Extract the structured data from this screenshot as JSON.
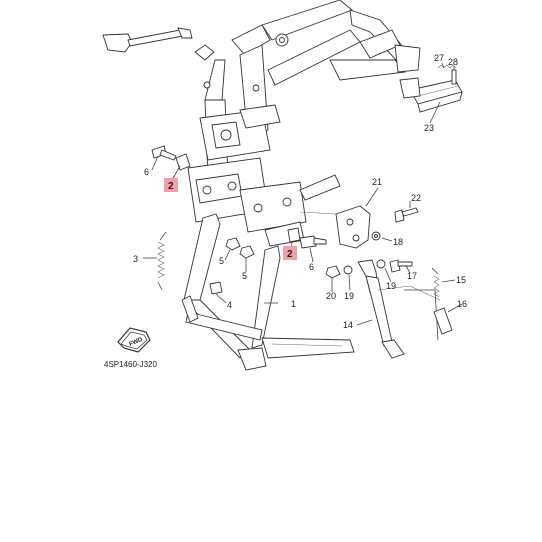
{
  "diagram": {
    "code": "4SP1460-J320",
    "fwd_label": "FWD",
    "highlight_color": "#f4a0a8",
    "callouts": [
      {
        "id": "c1",
        "label": "1"
      },
      {
        "id": "c2a",
        "label": "2",
        "highlight": true
      },
      {
        "id": "c2b",
        "label": "2",
        "highlight": true
      },
      {
        "id": "c3",
        "label": "3"
      },
      {
        "id": "c4",
        "label": "4"
      },
      {
        "id": "c5a",
        "label": "5"
      },
      {
        "id": "c5b",
        "label": "5"
      },
      {
        "id": "c6a",
        "label": "6"
      },
      {
        "id": "c6b",
        "label": "6"
      },
      {
        "id": "c14",
        "label": "14"
      },
      {
        "id": "c15",
        "label": "15"
      },
      {
        "id": "c16",
        "label": "16"
      },
      {
        "id": "c17",
        "label": "17"
      },
      {
        "id": "c18",
        "label": "18"
      },
      {
        "id": "c19a",
        "label": "19"
      },
      {
        "id": "c19b",
        "label": "19"
      },
      {
        "id": "c20",
        "label": "20"
      },
      {
        "id": "c21",
        "label": "21"
      },
      {
        "id": "c22",
        "label": "22"
      },
      {
        "id": "c23",
        "label": "23"
      },
      {
        "id": "c27",
        "label": "27"
      },
      {
        "id": "c28",
        "label": "28"
      }
    ]
  }
}
